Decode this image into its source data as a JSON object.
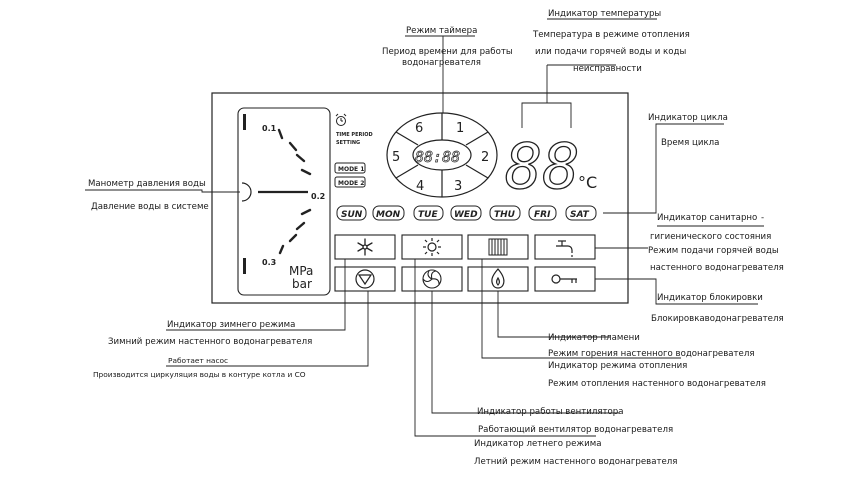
{
  "panel": {
    "pressure_ticks": [
      "0.1",
      "0.2",
      "0.3"
    ],
    "unit_mpa": "MPa",
    "unit_bar": "bar",
    "timer_numbers": [
      "6",
      "1",
      "5",
      "2",
      "4",
      "3"
    ],
    "timer_digits": "88:88",
    "time_period_setting": [
      "TIME PERIOD",
      "SETTING"
    ],
    "mode1": "MODE 1",
    "mode2": "MODE 2",
    "temp_digits": "88",
    "temp_unit": "°C",
    "days": [
      "SUN",
      "MON",
      "TUE",
      "WED",
      "THU",
      "FRI",
      "SAT"
    ]
  },
  "annotations": {
    "timer_mode": {
      "title": "Режим таймера",
      "desc": [
        "Период времени для работы",
        "водонагревателя"
      ]
    },
    "temperature": {
      "title": "Индикатор температуры",
      "desc": [
        "Температура в режиме отопления",
        "или подачи горячей воды и коды",
        "неисправности"
      ]
    },
    "cycle": {
      "title": "Индикатор цикла",
      "desc": [
        "Время цикла"
      ]
    },
    "manometer": {
      "title": "Манометр давления воды",
      "desc": [
        "Давление воды в системе"
      ]
    },
    "sanitary": {
      "title": "Индикатор санитарно",
      "dash": "-",
      "title2": "гигиенического состояния",
      "desc": [
        "Режим подачи горячей воды",
        "настенного водонагревателя"
      ]
    },
    "lock": {
      "title": "Индикатор блокировки",
      "desc": [
        "Блокировкаводонагревателя"
      ]
    },
    "winter": {
      "title": "Индикатор зимнего режима",
      "desc": [
        "Зимний режим настенного водонагревателя"
      ]
    },
    "pump": {
      "title": "Работает насос",
      "desc": [
        "Производится циркуляция воды в контуре котла и СО"
      ]
    },
    "flame": {
      "title": "Индикатор пламени",
      "desc": [
        "Режим горения настенного водонагревателя"
      ]
    },
    "heating": {
      "title": "Индикатор режима отопления",
      "desc": [
        "Режим отопления настенного водонагревателя"
      ]
    },
    "fan": {
      "title": "Индикатор работы вентилятора",
      "desc": [
        "Работающий вентилятор водонагревателя"
      ]
    },
    "summer": {
      "title": "Индикатор  летнего режима",
      "desc": [
        "Летний режим настенного водонагревателя"
      ]
    }
  }
}
